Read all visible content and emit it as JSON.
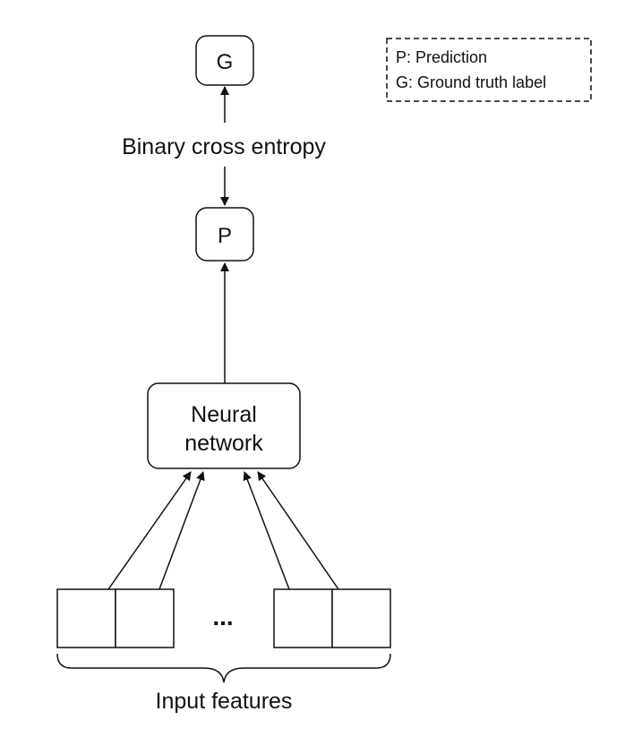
{
  "diagram": {
    "colors": {
      "stroke": "#111111",
      "background": "#ffffff",
      "text": "#111111"
    },
    "nodes": {
      "ground_truth": {
        "label": "G"
      },
      "prediction": {
        "label": "P"
      },
      "neural_network": {
        "line1": "Neural",
        "line2": "network"
      }
    },
    "loss": {
      "label": "Binary cross entropy"
    },
    "inputs": {
      "ellipsis": "...",
      "caption": "Input features"
    },
    "legend": {
      "items": [
        {
          "text": "P: Prediction"
        },
        {
          "text": "G: Ground truth label"
        }
      ]
    }
  }
}
